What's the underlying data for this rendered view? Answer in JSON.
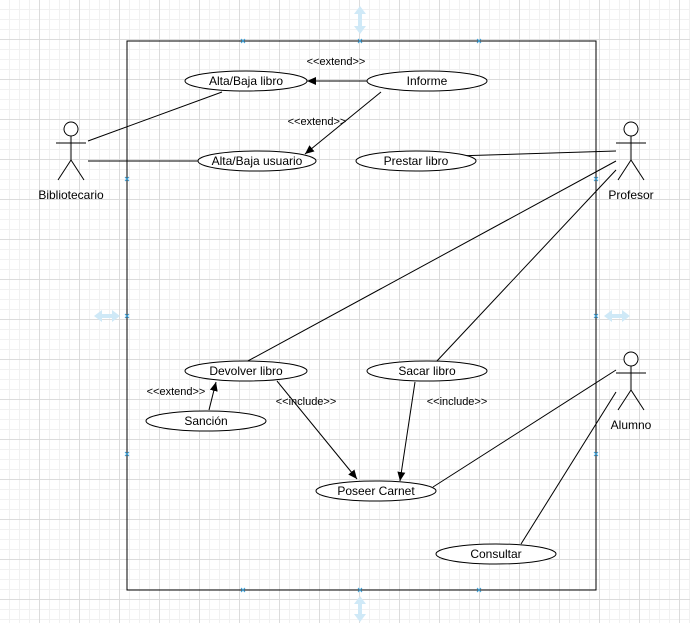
{
  "actors": {
    "bibliotecario": "Bibliotecario",
    "profesor": "Profesor",
    "alumno": "Alumno"
  },
  "use_cases": {
    "alta_baja_libro": "Alta/Baja libro",
    "informe": "Informe",
    "alta_baja_usuario": "Alta/Baja usuario",
    "prestar_libro": "Prestar libro",
    "devolver_libro": "Devolver libro",
    "sacar_libro": "Sacar libro",
    "sancion": "Sanción",
    "poseer_carnet": "Poseer Carnet",
    "consultar": "Consultar"
  },
  "stereotypes": {
    "extend_1": "<<extend>>",
    "extend_2": "<<extend>>",
    "extend_3": "<<extend>>",
    "include_1": "<<include>>",
    "include_2": "<<include>>"
  },
  "colors": {
    "line": "#000000",
    "selection_handle": "#3aa0d8",
    "grid": "#dcdcdc"
  }
}
